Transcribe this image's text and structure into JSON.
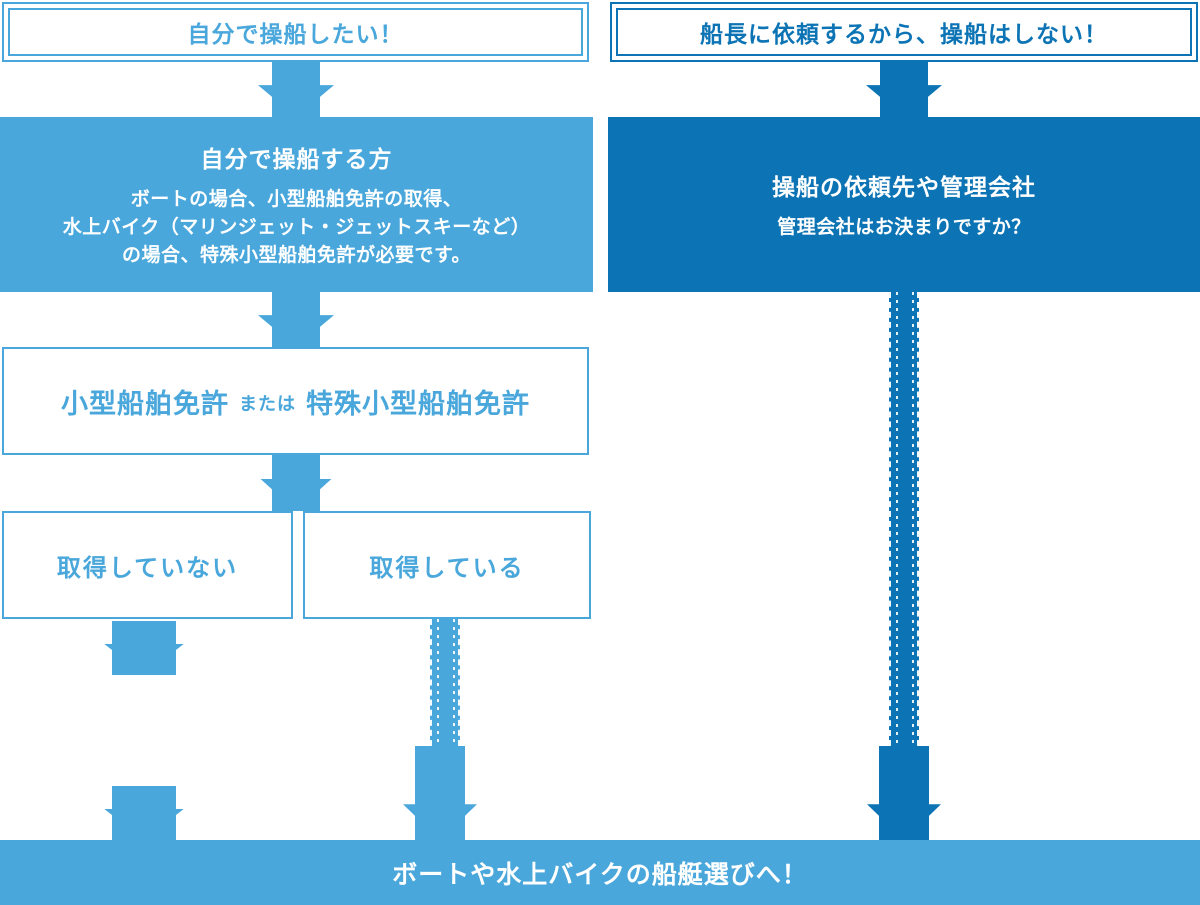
{
  "colors": {
    "light": "#4AA7DB",
    "dark": "#0C74B4",
    "white": "#FFFFFF"
  },
  "flow": {
    "left": {
      "start": "自分で操船したい！",
      "step1_title": "自分で操船する方",
      "step1_lines": [
        "ボートの場合、小型船舶免許の取得、",
        "水上バイク（マリンジェット・ジェットスキーなど）",
        "の場合、特殊小型船舶免許が必要です。"
      ],
      "license_pre": "小型船舶免許",
      "license_or": "または",
      "license_post": "特殊小型船舶免許",
      "not_acquired": "取得していない",
      "acquired": "取得している"
    },
    "right": {
      "start": "船長に依頼するから、操船はしない！",
      "step1_title": "操船の依頼先や管理会社",
      "step1_body": "管理会社はお決まりですか？"
    },
    "goal": "ボートや水上バイクの船艇選びへ！"
  }
}
